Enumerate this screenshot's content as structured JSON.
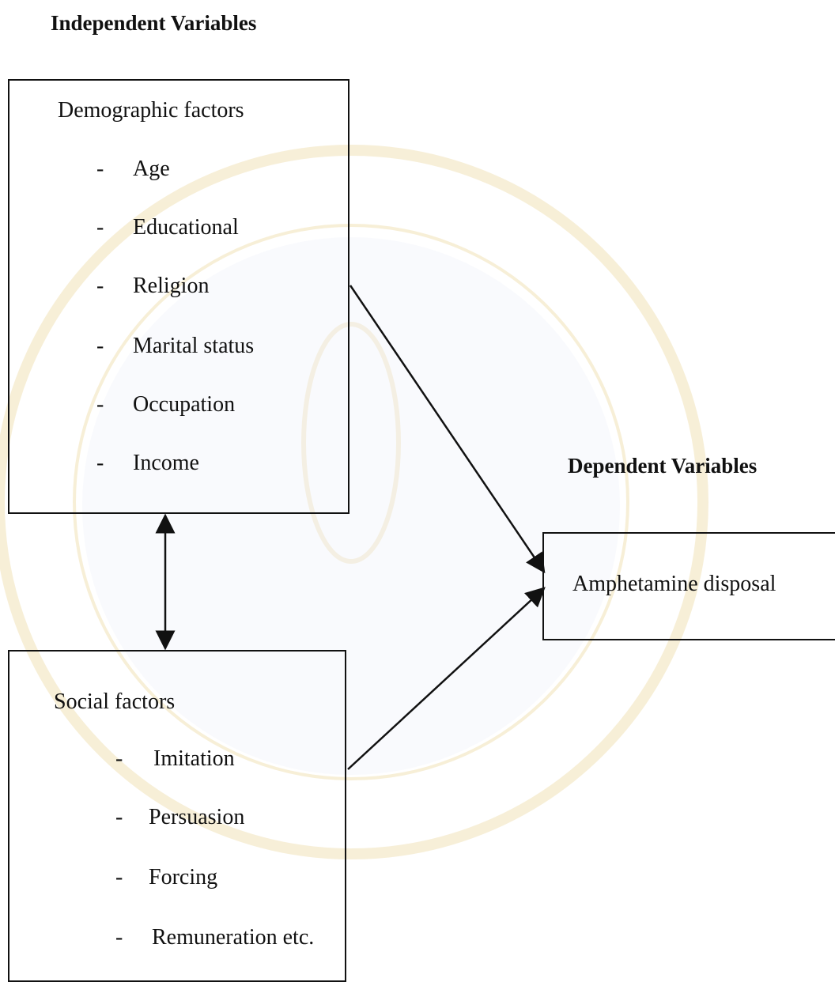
{
  "independent_heading": "Independent Variables",
  "dependent_heading": "Dependent Variables",
  "demographic": {
    "title": "Demographic factors",
    "items": [
      "Age",
      "Educational",
      "Religion",
      "Marital status",
      "Occupation",
      "Income"
    ]
  },
  "social": {
    "title": "Social factors",
    "items": [
      "Imitation",
      "Persuasion",
      "Forcing",
      "Remuneration etc."
    ]
  },
  "outcome": {
    "label": "Amphetamine disposal"
  },
  "colors": {
    "line": "#111111",
    "watermark": "#f3dfa8"
  }
}
